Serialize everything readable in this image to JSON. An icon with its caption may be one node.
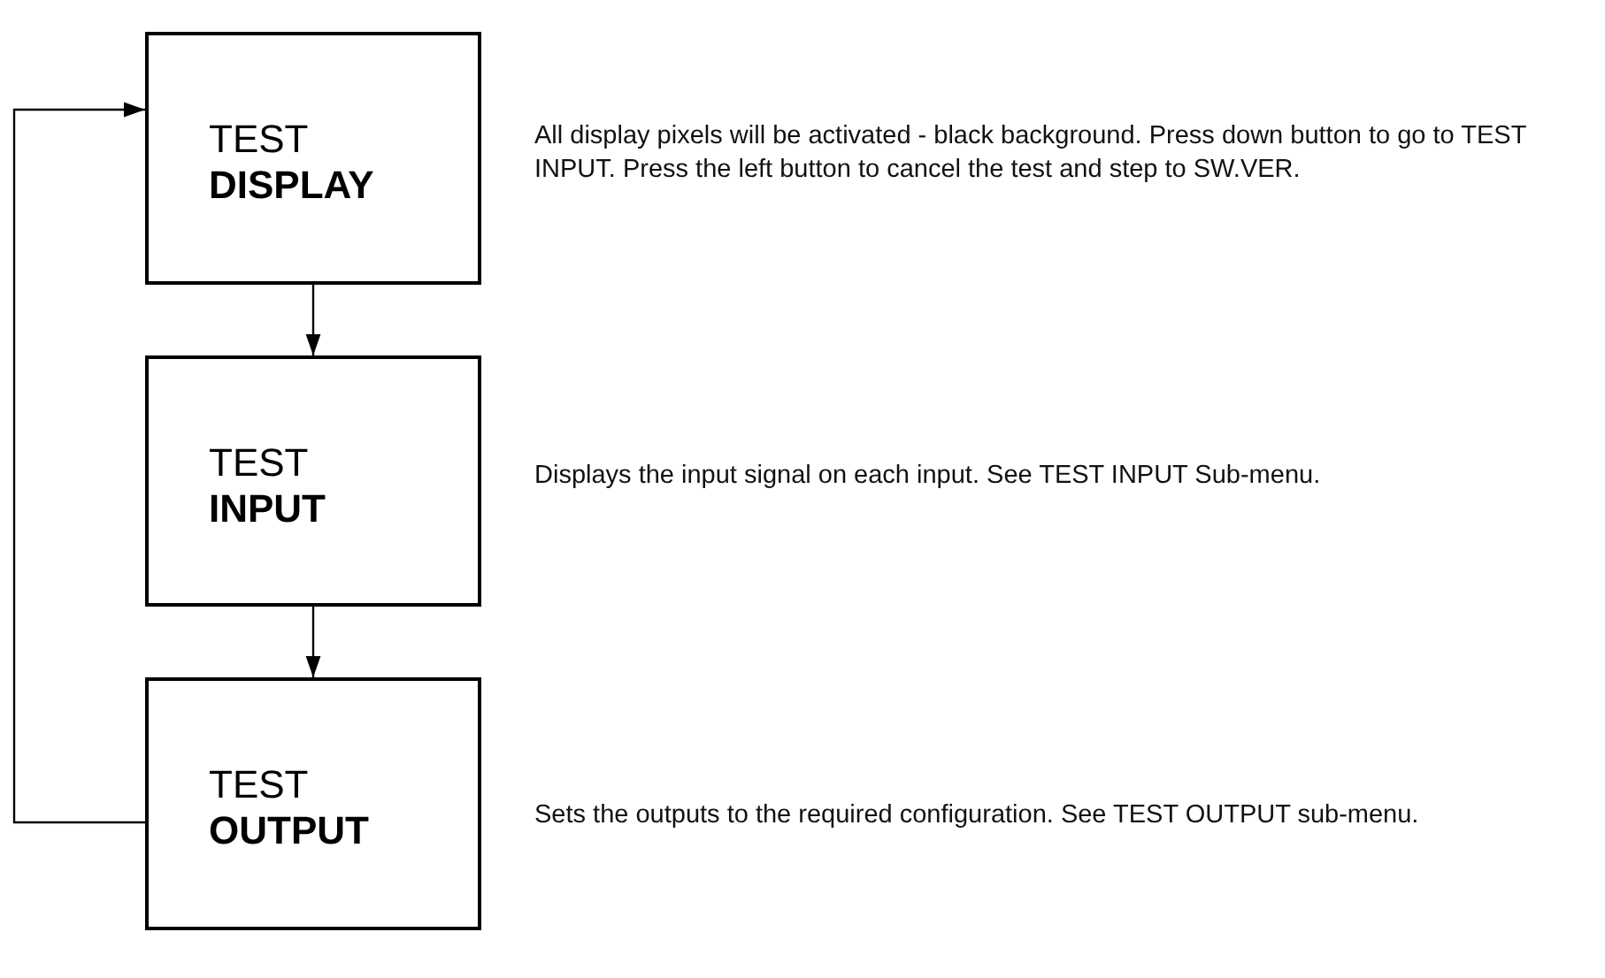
{
  "diagram": {
    "nodes": [
      {
        "text": [
          "TEST",
          "DISPLAY"
        ],
        "beside": [
          "All display pixels will be activated - black background. Press down button to go to TEST INPUT. Press the left button to cancel the test and step to SW.VER."
        ]
      },
      {
        "text": [
          "TEST",
          "INPUT"
        ],
        "beside": [
          "Displays the input signal on each input. See TEST INPUT Sub-menu."
        ]
      },
      {
        "text": [
          "TEST",
          "OUTPUT"
        ],
        "beside": [
          "Sets the outputs to the required configuration. See TEST OUTPUT sub-menu."
        ]
      }
    ],
    "edges": [
      {
        "from": 0,
        "to": 1,
        "arrow": "to"
      },
      {
        "from": 1,
        "to": 2,
        "arrow": "to"
      },
      {
        "from": 2,
        "to": 0,
        "arrow": "to"
      }
    ]
  }
}
